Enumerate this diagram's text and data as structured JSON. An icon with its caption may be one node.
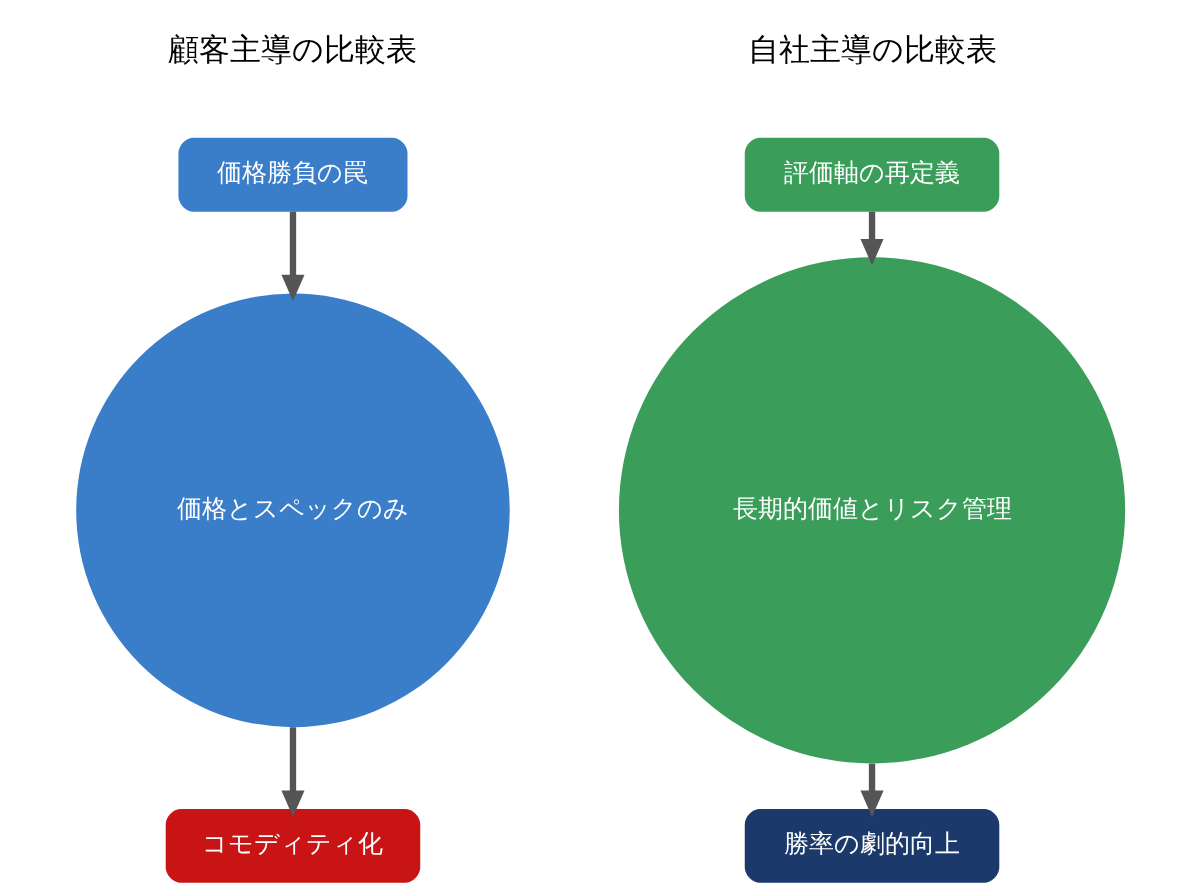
{
  "diagram": {
    "nodes": [
      {
        "text": [
          "価格勝負の罠"
        ]
      },
      {
        "text": [
          "価格とスペックのみ"
        ]
      },
      {
        "text": [
          "コモディティ化"
        ]
      },
      {
        "text": [
          "評価軸の再定義"
        ]
      },
      {
        "text": [
          "長期的価値とリスク管理"
        ]
      },
      {
        "text": [
          "勝率の劇的向上"
        ]
      }
    ],
    "edges": [
      {
        "from": 0,
        "to": 1,
        "arrow": "to"
      },
      {
        "from": 1,
        "to": 2,
        "arrow": "to"
      },
      {
        "from": 3,
        "to": 4,
        "arrow": "to"
      },
      {
        "from": 4,
        "to": 5,
        "arrow": "to"
      }
    ],
    "labels": [
      "顧客主導の比較表",
      "自社主導の比較表"
    ]
  }
}
